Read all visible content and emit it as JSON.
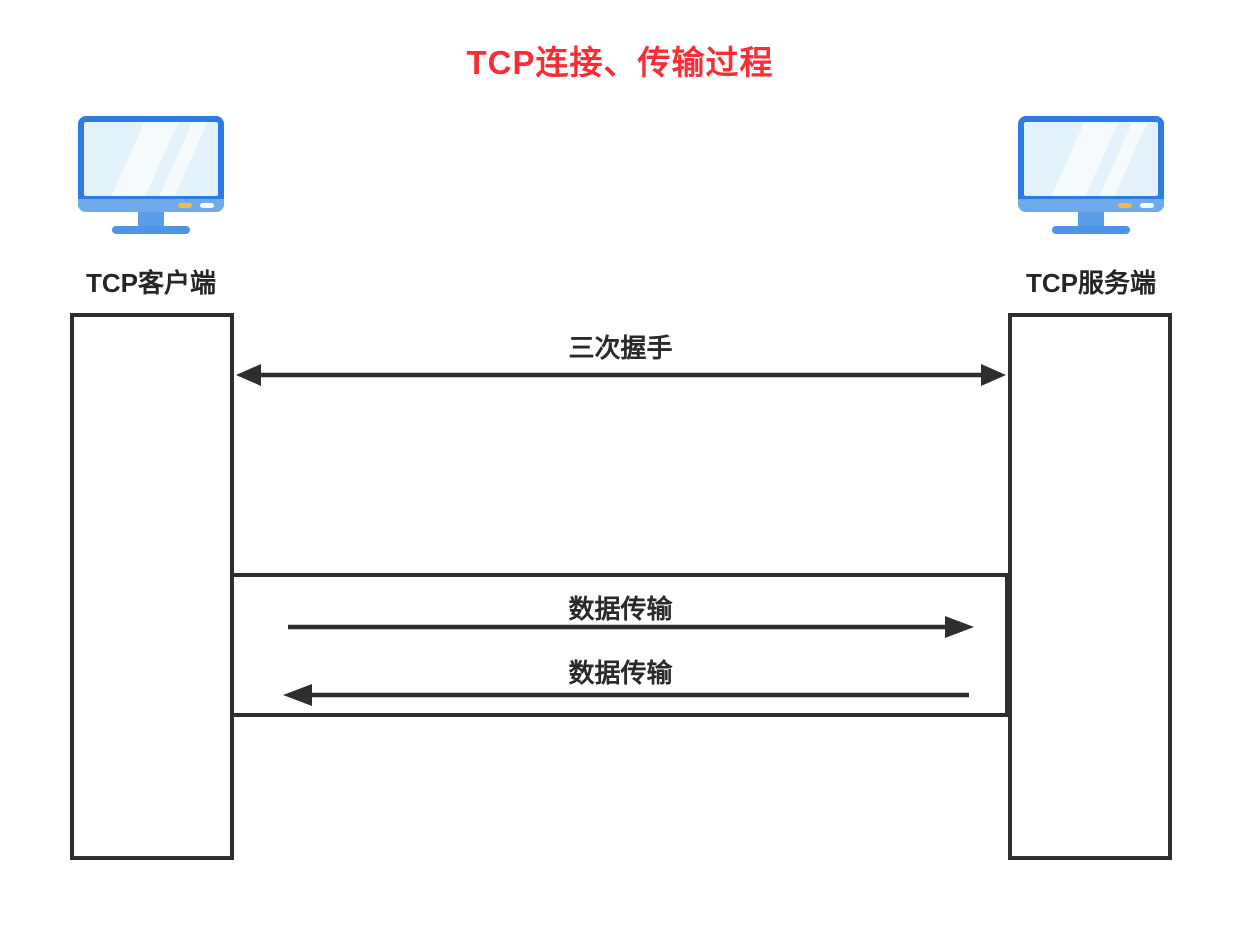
{
  "title": {
    "text": "TCP连接、传输过程"
  },
  "nodes": {
    "client": {
      "label": "TCP客户端",
      "icon": "computer-monitor-icon"
    },
    "server": {
      "label": "TCP服务端",
      "icon": "computer-monitor-icon"
    }
  },
  "flows": {
    "handshake": {
      "label": "三次握手",
      "direction": "bidirectional"
    },
    "data_to_server": {
      "label": "数据传输",
      "direction": "client-to-server"
    },
    "data_to_client": {
      "label": "数据传输",
      "direction": "server-to-client"
    }
  },
  "colors": {
    "title_red": "#fb2d34",
    "line_dark": "#2e2e2e",
    "label_text": "#2a2a2a",
    "monitor_frame_blue": "#2d7ce1",
    "monitor_screen_blue": "#e4f2fc",
    "monitor_bar_blue": "#71aae9",
    "monitor_stand_blue": "#5b9ee8",
    "pill_orange": "#f6b846",
    "pill_white": "#f4fafd",
    "background": "#ffffff"
  }
}
